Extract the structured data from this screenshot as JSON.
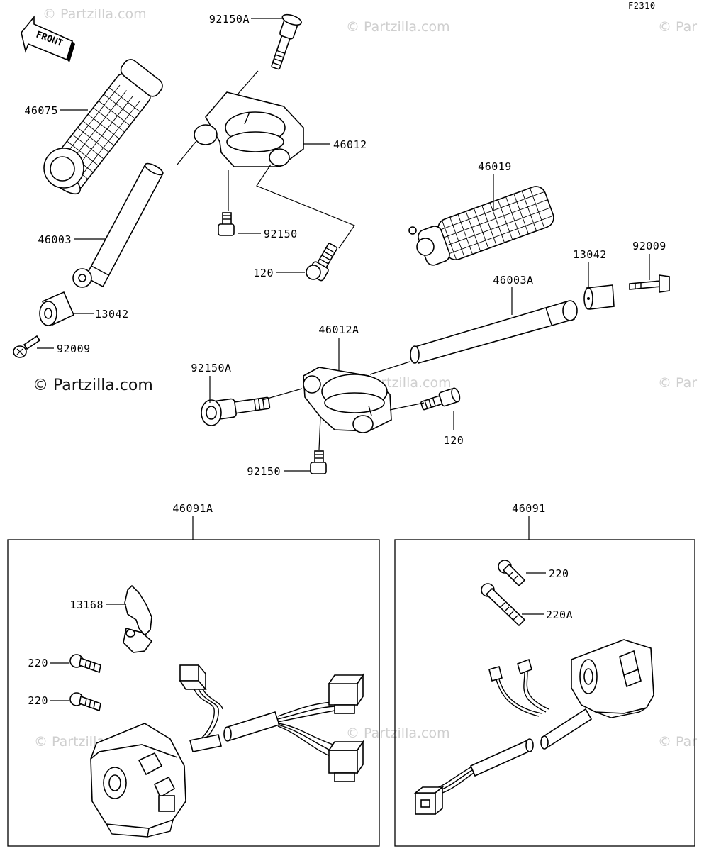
{
  "diagram_code": "F2310",
  "watermarks": {
    "main": "© Partzilla.com",
    "faint": "© Partzilla.com",
    "edge": "© Par"
  },
  "front_arrow_text": "FRONT",
  "labels": {
    "p92150A_top": "92150A",
    "p46075": "46075",
    "p46012": "46012",
    "p46019": "46019",
    "p46003": "46003",
    "p92150_top": "92150",
    "p120_top": "120",
    "p13042_right": "13042",
    "p92009_right": "92009",
    "p46003A": "46003A",
    "p13042_left": "13042",
    "p92009_left": "92009",
    "p46012A": "46012A",
    "p92150A_mid": "92150A",
    "p120_mid": "120",
    "p92150_mid": "92150",
    "p46091A": "46091A",
    "p46091": "46091",
    "p13168": "13168",
    "p220_a": "220",
    "p220_b": "220",
    "p220_right": "220",
    "p220A_right": "220A"
  }
}
